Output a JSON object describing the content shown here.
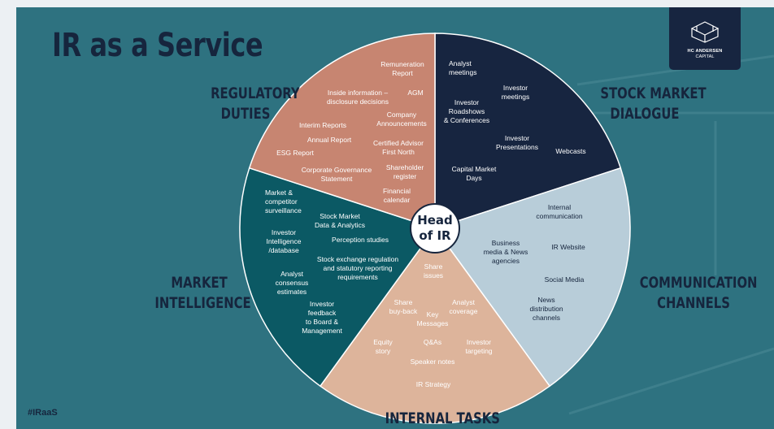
{
  "title": "IR as a Service",
  "logo": {
    "line1": "HC ANDERSEN",
    "line2": "CAPITAL"
  },
  "hashtag": "#IRaaS",
  "center": {
    "line1": "Head",
    "line2": "of IR"
  },
  "colors": {
    "background": "#2e7280",
    "regulatory": "#c78571",
    "stock_market": "#172540",
    "communication": "#b8cdd9",
    "internal": "#ddb49b",
    "market": "#0b5964",
    "dark_text": "#16253d"
  },
  "segments": {
    "regulatory": {
      "label_line1": "REGULATORY",
      "label_line2": "DUTIES",
      "items": [
        "Remuneration",
        "Report",
        "Inside information –",
        "disclosure decisions",
        "AGM",
        "Company",
        "Announcements",
        "Interim Reports",
        "Annual Report",
        "Certified Advisor",
        "First North",
        "ESG Report",
        "Corporate Governance",
        "Statement",
        "Shareholder",
        "register",
        "Financial",
        "calendar"
      ]
    },
    "stock_market": {
      "label_line1": "STOCK MARKET",
      "label_line2": "DIALOGUE",
      "items": [
        "Analyst",
        "meetings",
        "Investor",
        "meetings",
        "Investor",
        "Roadshows",
        "& Conferences",
        "Investor",
        "Presentations",
        "Webcasts",
        "Capital Market",
        "Days"
      ]
    },
    "communication": {
      "label_line1": "COMMUNICATION",
      "label_line2": "CHANNELS",
      "items": [
        "Internal",
        "communication",
        "Business",
        "media & News",
        "agencies",
        "IR Website",
        "Social Media",
        "News",
        "distribution",
        "channels"
      ]
    },
    "internal": {
      "label": "INTERNAL TASKS",
      "items": [
        "Share",
        "issues",
        "Share",
        "buy-back",
        "Analyst",
        "coverage",
        "Key",
        "Messages",
        "Equity",
        "story",
        "Q&As",
        "Investor",
        "targeting",
        "Speaker notes",
        "IR Strategy"
      ]
    },
    "market": {
      "label_line1": "MARKET",
      "label_line2": "INTELLIGENCE",
      "items": [
        "Market &",
        "competitor",
        "surveillance",
        "Stock Market",
        "Data & Analytics",
        "Investor",
        "Intelligence",
        "/database",
        "Perception studies",
        "Stock exchange regulation",
        "and statutory reporting",
        "requirements",
        "Analyst",
        "consensus",
        "estimates",
        "Investor",
        "feedback",
        "to Board &",
        "Management"
      ]
    }
  }
}
